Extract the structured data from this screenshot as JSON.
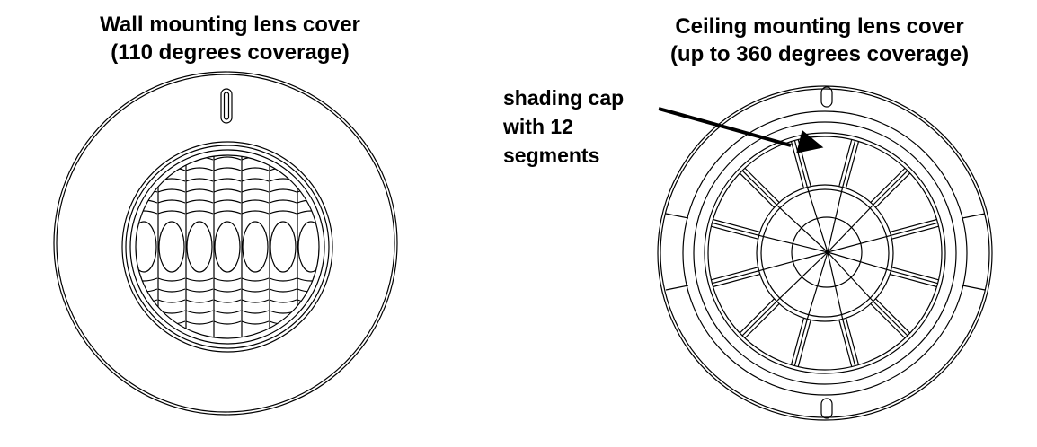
{
  "left": {
    "title_line1": "Wall mounting lens cover",
    "title_line2": "(110 degrees coverage)"
  },
  "right": {
    "title_line1": "Ceiling mounting lens cover",
    "title_line2": "(up to 360 degrees coverage)"
  },
  "callout": {
    "line1": "shading cap",
    "line2": "with 12",
    "line3": "segments",
    "segment_count": 12
  }
}
